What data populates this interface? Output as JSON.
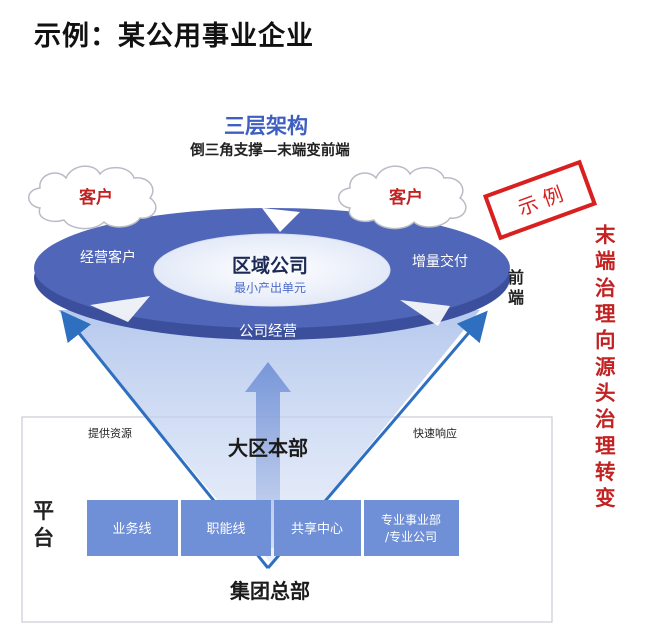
{
  "page_title": "示例：某公用事业企业",
  "architecture": {
    "title": "三层架构",
    "subtitle": "倒三角支撑—末端变前端"
  },
  "clouds": [
    "客户",
    "客户"
  ],
  "ring": {
    "left_segment": "经营客户",
    "right_segment": "增量交付",
    "bottom_segment": "公司经营",
    "center_title": "区域公司",
    "center_subtitle": "最小产出单元"
  },
  "front_label": "前端",
  "stamp": "示 例",
  "side_note": "末端治理向源头治理转变",
  "platform": {
    "label": "平台",
    "left_arrow_label": "提供资源",
    "right_arrow_label": "快速响应",
    "regional_hq": "大区本部",
    "units": [
      "业务线",
      "职能线",
      "共享中心",
      "专业事业部\n/专业公司"
    ],
    "group_hq": "集团总部"
  },
  "colors": {
    "ring": "#5066b8",
    "ring_dark": "#3c4f9c",
    "box_fill": "#6f8fd6",
    "arrow": "#2f6fc0",
    "stamp": "#d92020",
    "side_note": "#c32222"
  }
}
